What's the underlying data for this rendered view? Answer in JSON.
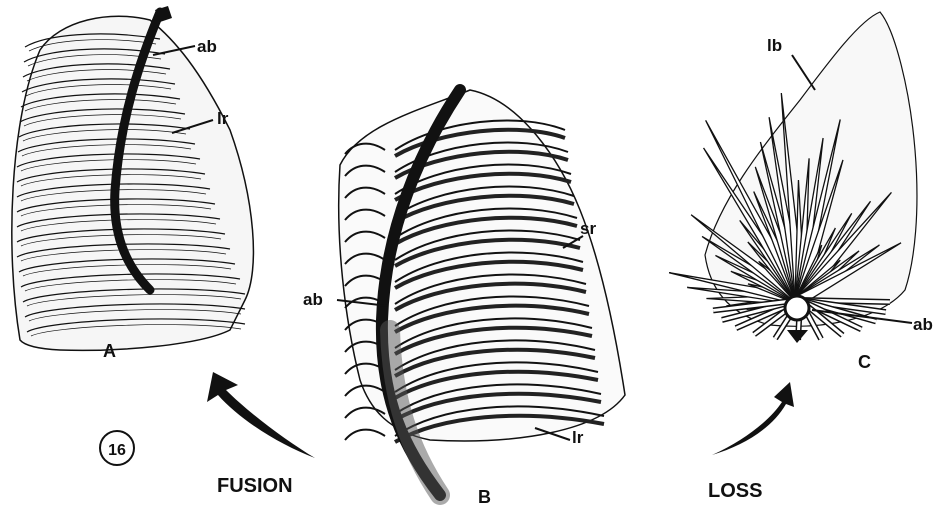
{
  "figure_number": "16",
  "panels": {
    "a": {
      "letter": "A",
      "labels": {
        "ab": "ab",
        "lr": "lr"
      }
    },
    "b": {
      "letter": "B",
      "labels": {
        "ab": "ab",
        "sr": "sr",
        "lr": "lr"
      }
    },
    "c": {
      "letter": "C",
      "labels": {
        "lb": "lb",
        "ab": "ab"
      }
    }
  },
  "arrows": {
    "left": "FUSION",
    "right": "LOSS"
  }
}
